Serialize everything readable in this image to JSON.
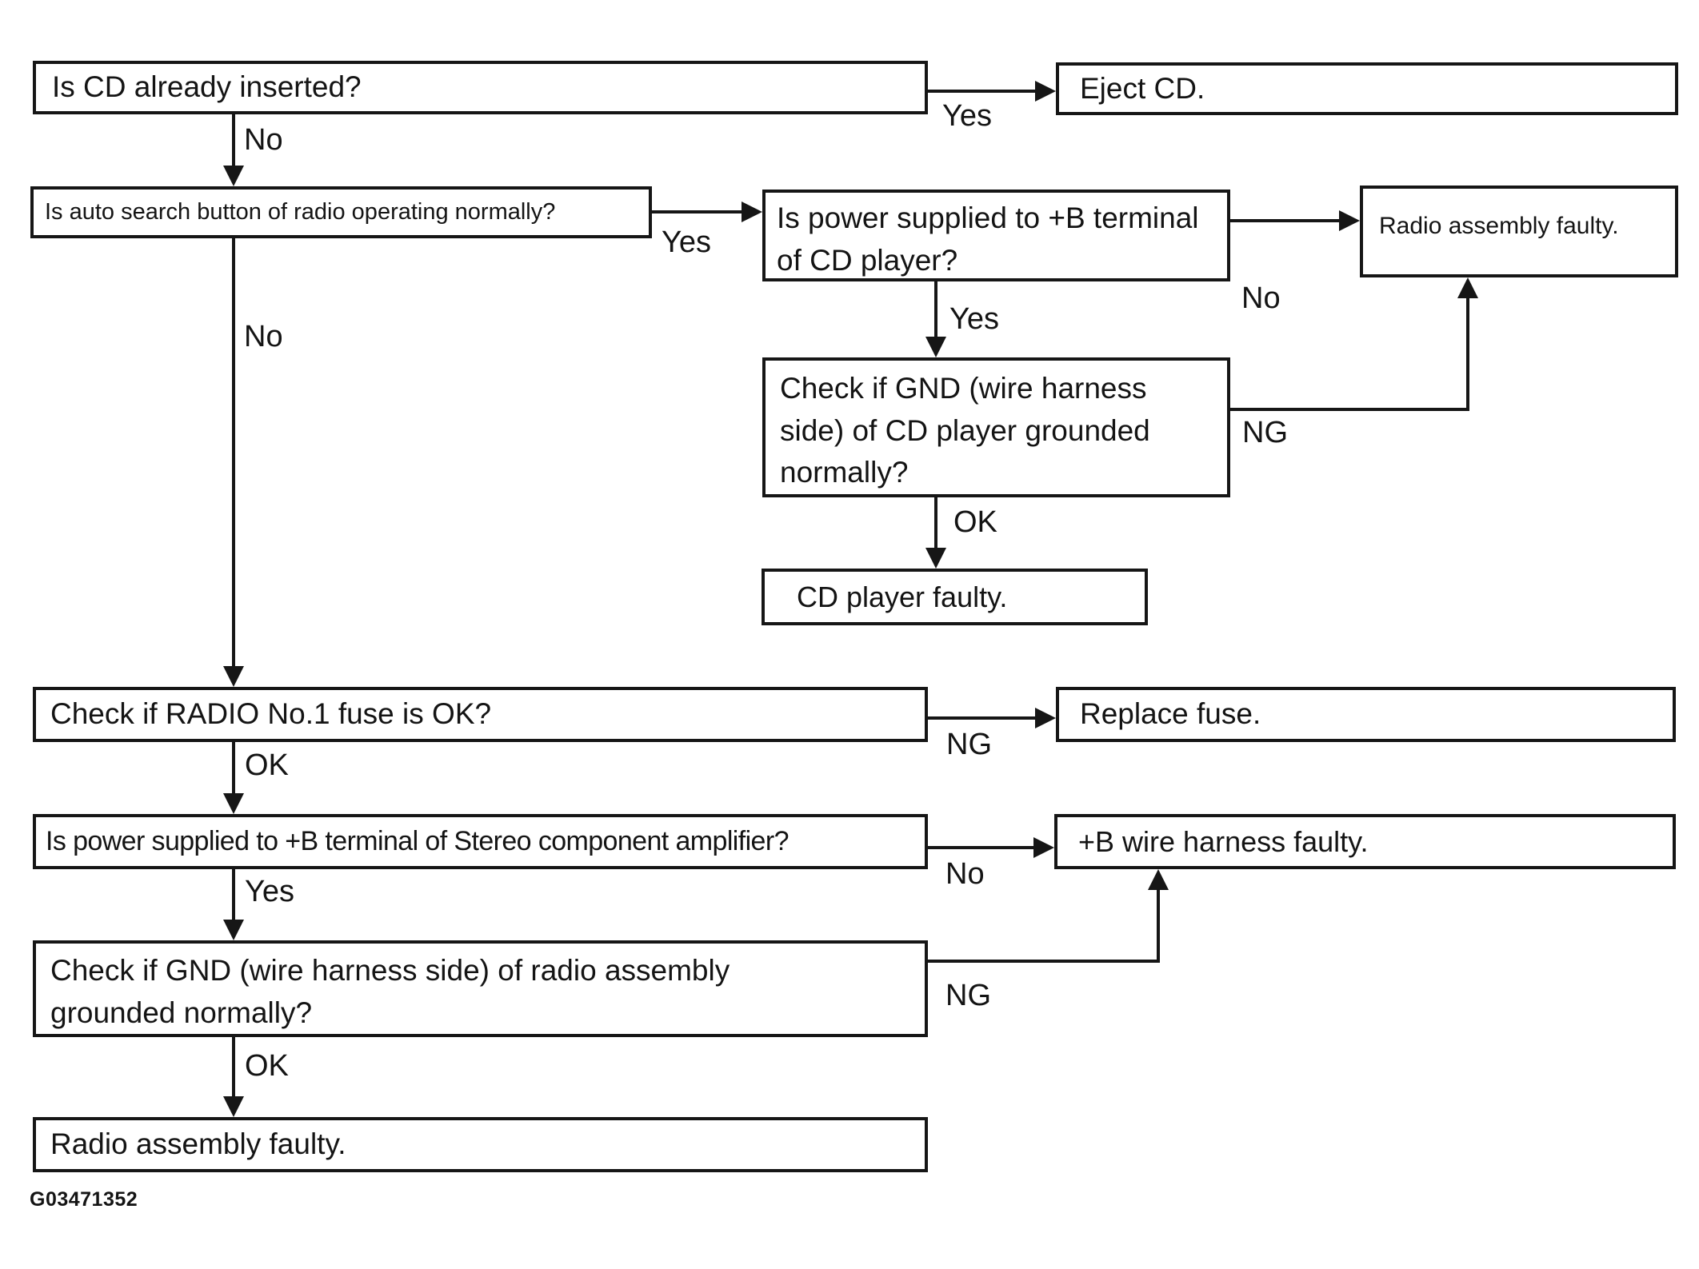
{
  "title": "CD player / radio troubleshooting flowchart",
  "colors": {
    "ink": "#161616",
    "background": "#ffffff"
  },
  "labels": {
    "yes": "Yes",
    "no": "No",
    "ok": "OK",
    "ng": "NG"
  },
  "nodes": {
    "q_cd_inserted": "Is CD already inserted?",
    "a_eject_cd": "Eject CD.",
    "q_auto_search": "Is auto search button of radio operating normally?",
    "q_power_cd": "Is power supplied to +B terminal\nof CD player?",
    "a_radio_assembly_faulty_top": "Radio assembly faulty.",
    "q_gnd_cd": "Check if GND (wire harness\nside) of CD player grounded\nnormally?",
    "a_cd_player_faulty": "CD player faulty.",
    "q_radio_fuse": "Check if RADIO No.1 fuse is OK?",
    "a_replace_fuse": "Replace fuse.",
    "q_power_amp": "Is power supplied to +B terminal of Stereo component amplifier?",
    "a_b_wire_harness_faulty": "+B wire harness faulty.",
    "q_gnd_radio": "Check if GND (wire harness side) of radio assembly\ngrounded normally?",
    "a_radio_assembly_faulty_bottom": "Radio assembly faulty."
  },
  "edges": [
    {
      "from": "q_cd_inserted",
      "to": "a_eject_cd",
      "label": "Yes"
    },
    {
      "from": "q_cd_inserted",
      "to": "q_auto_search",
      "label": "No"
    },
    {
      "from": "q_auto_search",
      "to": "q_power_cd",
      "label": "Yes"
    },
    {
      "from": "q_auto_search",
      "to": "q_radio_fuse",
      "label": "No"
    },
    {
      "from": "q_power_cd",
      "to": "a_radio_assembly_faulty_top",
      "label": "No"
    },
    {
      "from": "q_power_cd",
      "to": "q_gnd_cd",
      "label": "Yes"
    },
    {
      "from": "q_gnd_cd",
      "to": "a_radio_assembly_faulty_top",
      "label": "NG"
    },
    {
      "from": "q_gnd_cd",
      "to": "a_cd_player_faulty",
      "label": "OK"
    },
    {
      "from": "q_radio_fuse",
      "to": "a_replace_fuse",
      "label": "NG"
    },
    {
      "from": "q_radio_fuse",
      "to": "q_power_amp",
      "label": "OK"
    },
    {
      "from": "q_power_amp",
      "to": "a_b_wire_harness_faulty",
      "label": "No"
    },
    {
      "from": "q_power_amp",
      "to": "q_gnd_radio",
      "label": "Yes"
    },
    {
      "from": "q_gnd_radio",
      "to": "a_b_wire_harness_faulty",
      "label": "NG"
    },
    {
      "from": "q_gnd_radio",
      "to": "a_radio_assembly_faulty_bottom",
      "label": "OK"
    }
  ],
  "footer": {
    "figure_code": "G03471352"
  }
}
